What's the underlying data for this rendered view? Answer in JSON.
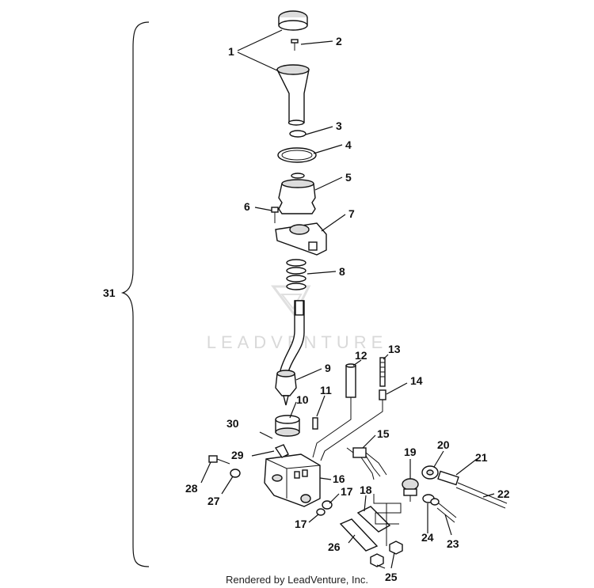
{
  "watermark": "LEADVENTURE",
  "footer": "Rendered by LeadVenture, Inc.",
  "callouts": [
    {
      "id": "1",
      "label": "1"
    },
    {
      "id": "2",
      "label": "2"
    },
    {
      "id": "3",
      "label": "3"
    },
    {
      "id": "4",
      "label": "4"
    },
    {
      "id": "5",
      "label": "5"
    },
    {
      "id": "6",
      "label": "6"
    },
    {
      "id": "7",
      "label": "7"
    },
    {
      "id": "8",
      "label": "8"
    },
    {
      "id": "9",
      "label": "9"
    },
    {
      "id": "10",
      "label": "10"
    },
    {
      "id": "11",
      "label": "11"
    },
    {
      "id": "12",
      "label": "12"
    },
    {
      "id": "13",
      "label": "13"
    },
    {
      "id": "14",
      "label": "14"
    },
    {
      "id": "15",
      "label": "15"
    },
    {
      "id": "16",
      "label": "16"
    },
    {
      "id": "17a",
      "label": "17"
    },
    {
      "id": "17b",
      "label": "17"
    },
    {
      "id": "18",
      "label": "18"
    },
    {
      "id": "19",
      "label": "19"
    },
    {
      "id": "20",
      "label": "20"
    },
    {
      "id": "21",
      "label": "21"
    },
    {
      "id": "22",
      "label": "22"
    },
    {
      "id": "23",
      "label": "23"
    },
    {
      "id": "24",
      "label": "24"
    },
    {
      "id": "25",
      "label": "25"
    },
    {
      "id": "26",
      "label": "26"
    },
    {
      "id": "27",
      "label": "27"
    },
    {
      "id": "28",
      "label": "28"
    },
    {
      "id": "29",
      "label": "29"
    },
    {
      "id": "30",
      "label": "30"
    },
    {
      "id": "31",
      "label": "31"
    }
  ]
}
